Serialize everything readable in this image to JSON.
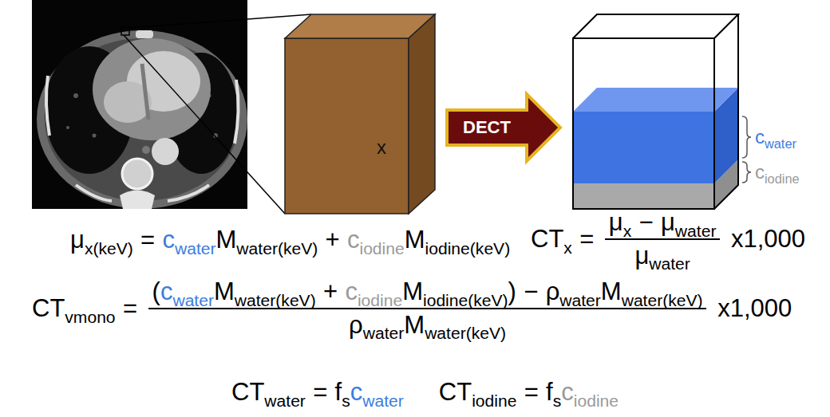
{
  "diagram": {
    "nodes": [
      {
        "text": [
          "x"
        ]
      },
      {
        "text": [
          "DECT"
        ]
      }
    ],
    "labels": [
      "c",
      "water",
      "c",
      "iodine",
      "μ",
      "x(keV)",
      "=",
      "c",
      "water",
      "M",
      "water(keV)",
      "+",
      "c",
      "iodine",
      "M",
      "iodine(keV)",
      "CT",
      "x",
      "=",
      "μ",
      "x",
      "−",
      "μ",
      "water",
      "μ",
      "water",
      "x1,000",
      "CT",
      "vmono",
      "=",
      "(",
      "c",
      "water",
      "M",
      "water(keV)",
      "+",
      "c",
      "iodine",
      "M",
      "iodine(keV)",
      ")",
      "−",
      "ρ",
      "water",
      "M",
      "water(keV)",
      "ρ",
      "water",
      "M",
      "water(keV)",
      "x1,000",
      "CT",
      "water",
      "=",
      "f",
      "s",
      "c",
      "water",
      "CT",
      "iodine",
      "=",
      "f",
      "s",
      "c",
      "iodine"
    ]
  }
}
